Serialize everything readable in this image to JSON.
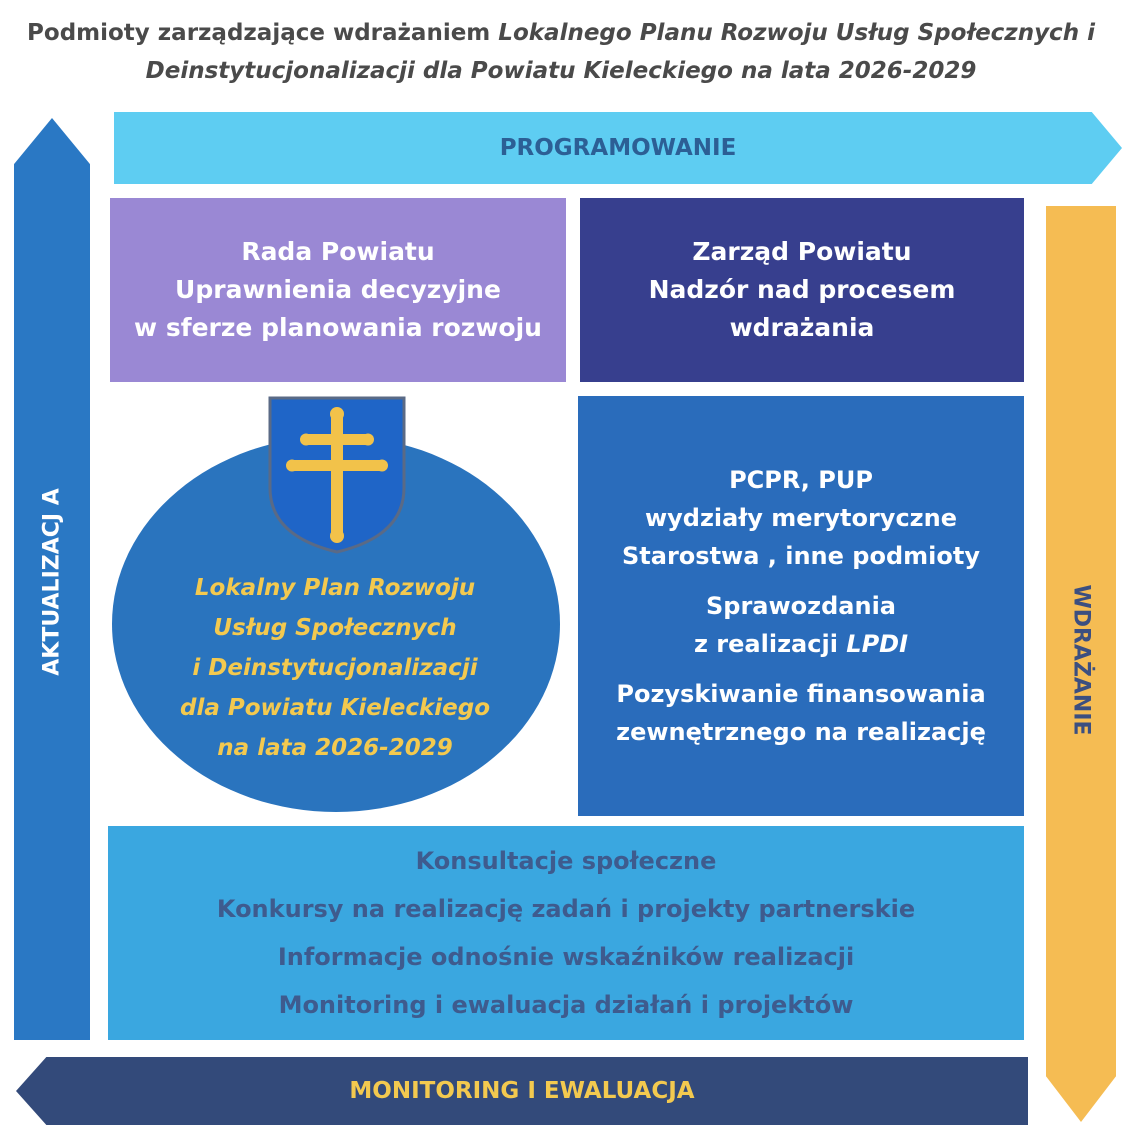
{
  "title": {
    "line1_plain": "Podmioty zarządzające wdrażaniem ",
    "line1_italic": "Lokalnego Planu Rozwoju Usług Społecznych i",
    "line2_italic": "Deinstytucjonalizacji dla Powiatu Kieleckiego na lata 2026-2029"
  },
  "arrows": {
    "top": "PROGRAMOWANIE",
    "bottom": "MONITORING I EWALUACJA",
    "left": "AKTUALIZACJ A",
    "right": "WDRAŻANIE"
  },
  "boxes": {
    "rada": [
      "Rada Powiatu",
      "Uprawnienia decyzyjne",
      "w sferze planowania rozwoju"
    ],
    "zarzad": [
      "Zarząd Powiatu",
      "Nadzór nad procesem",
      "wdrażania"
    ],
    "pcpr": {
      "group1": [
        "PCPR, PUP",
        "wydziały merytoryczne",
        "Starostwa , inne podmioty"
      ],
      "group2_line1": "Sprawozdania",
      "group2_line2_plain": "z realizacji ",
      "group2_line2_italic": "LPDI",
      "group3": [
        "Pozyskiwanie finansowania",
        "zewnętrznego na realizację"
      ]
    },
    "bottom": [
      "Konsultacje społeczne",
      "Konkursy na realizację zadań i projekty partnerskie",
      "Informacje odnośnie wskaźników realizacji",
      "Monitoring i ewaluacja działań i projektów"
    ]
  },
  "circle": [
    "Lokalny Plan Rozwoju",
    "Usług Społecznych",
    "i Deinstytucjonalizacji",
    "dla Powiatu Kieleckiego",
    "na lata 2026-2029"
  ],
  "colors": {
    "programowanie": "#5ecdf2",
    "monitoring": "#334a7a",
    "aktualizacja": "#2a78c4",
    "wdrazanie": "#f5bc53",
    "rada": "#9a88d4",
    "zarzad": "#373f8e",
    "pcpr": "#2a6cbb",
    "bottom_box": "#3aa7e0",
    "circle": "#2a74be",
    "accent_yellow": "#f3c94f"
  },
  "icons": {
    "coat_of_arms": "double-cross-coat-of-arms-icon"
  }
}
